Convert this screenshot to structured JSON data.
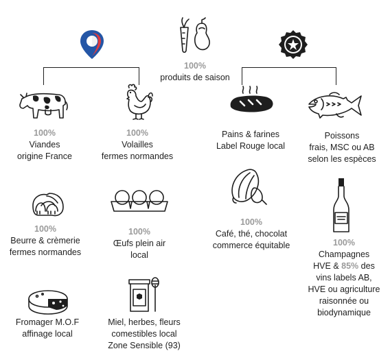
{
  "header": {
    "center": {
      "pct": "100%",
      "label": "produits de saison",
      "icon": "vegetables-icon"
    },
    "left_icon": "france-location-pin-icon",
    "right_icon": "quality-award-badge-icon"
  },
  "items": {
    "viandes": {
      "pct": "100%",
      "l1": "Viandes",
      "l2": "origine France",
      "icon": "cow-icon"
    },
    "volailles": {
      "pct": "100%",
      "l1": "Volailles",
      "l2": "fermes normandes",
      "icon": "chicken-icon"
    },
    "pains": {
      "l1": "Pains & farines",
      "l2": "Label Rouge local",
      "icon": "bread-icon"
    },
    "poissons": {
      "l1": "Poissons",
      "l2": "frais, MSC ou AB",
      "l3": "selon les espèces",
      "icon": "fish-icon"
    },
    "beurre": {
      "pct": "100%",
      "l1": "Beurre & crèmerie",
      "l2": "fermes normandes",
      "icon": "butter-icon"
    },
    "oeufs": {
      "pct": "100%",
      "l1": "Œufs plein air",
      "l2": "local",
      "icon": "egg-carton-icon"
    },
    "cafe": {
      "pct": "100%",
      "l1": "Café, thé, chocolat",
      "l2": "commerce équitable",
      "icon": "cocoa-pod-icon"
    },
    "champagnes": {
      "pct": "100%",
      "l1": "Champagnes",
      "l2a": "HVE & ",
      "l2b": "85%",
      "l2c": " des",
      "l3": "vins labels AB,",
      "l4": "HVE ou agriculture",
      "l5": "raisonnée ou",
      "l6": "biodynamique",
      "icon": "champagne-bottle-icon"
    },
    "fromager": {
      "l1": "Fromager M.O.F",
      "l2": "affinage local",
      "icon": "cheese-wheel-icon"
    },
    "miel": {
      "l1": "Miel, herbes, fleurs",
      "l2": "comestibles local",
      "l3": "Zone Sensible (93)",
      "icon": "honey-jar-icon"
    }
  },
  "colors": {
    "blue": "#2456a6",
    "red": "#e03a3e",
    "text": "#1e1e1e",
    "pct": "#9a9a9a"
  }
}
